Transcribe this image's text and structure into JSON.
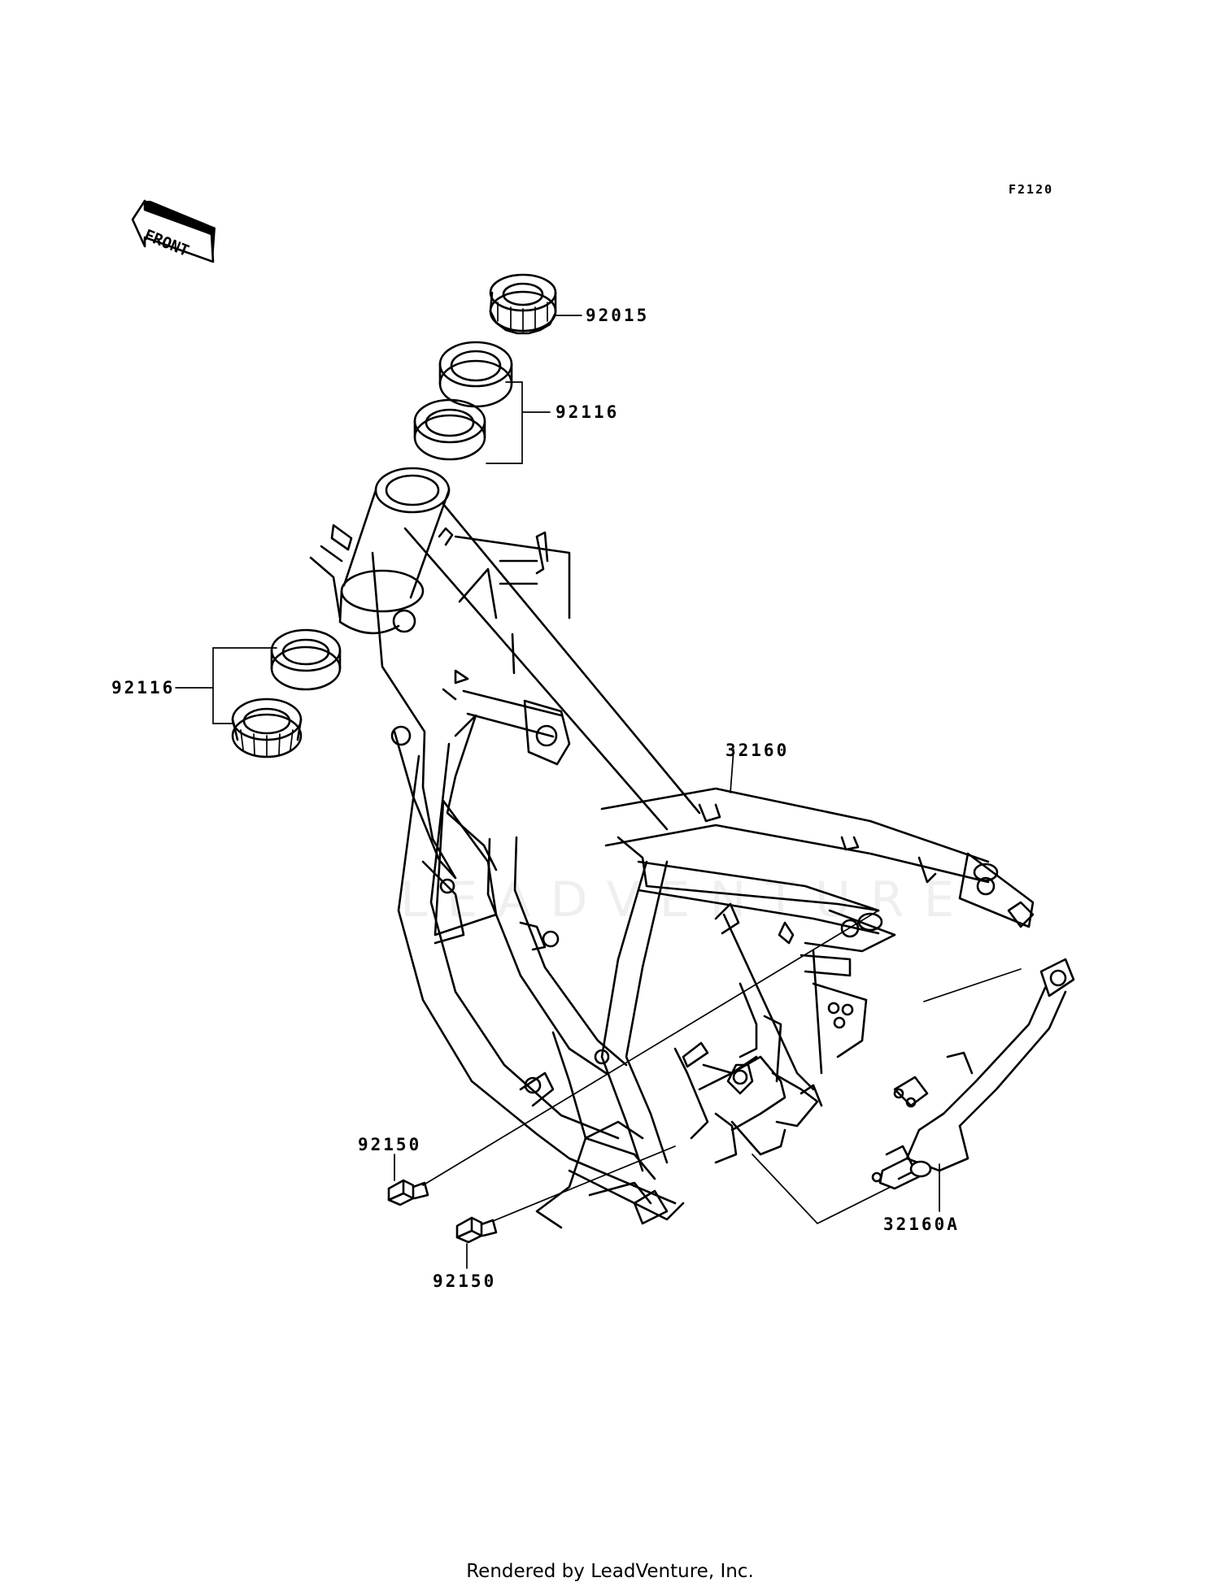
{
  "diagram": {
    "code": "F2120",
    "front_label": "FRONT",
    "watermark": "LEADVENTURE",
    "footer": "Rendered by LeadVenture, Inc.",
    "parts": {
      "steering_nut": "92015",
      "upper_races": "92116",
      "lower_races": "92116",
      "frame": "32160",
      "subframe": "32160A",
      "bolt_left": "92150",
      "bolt_bottom": "92150"
    }
  }
}
